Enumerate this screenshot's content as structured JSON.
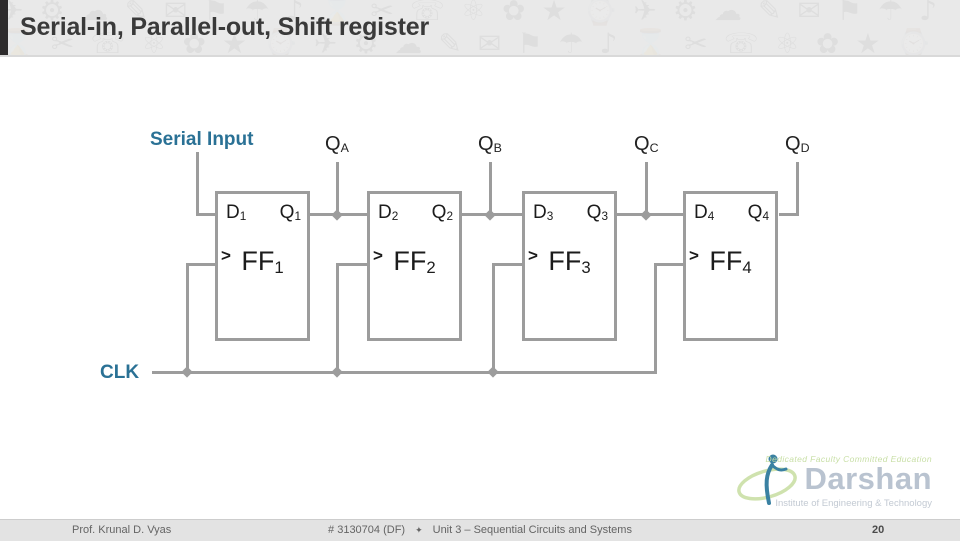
{
  "header": {
    "title": "Serial-in, Parallel-out, Shift register",
    "doodles": "✈⚙☁✎✉⚑☂♪⌛✂☏⚛✿★⌚✈⚙☁✎✉⚑☂♪⌛✂☏⚛✿★⌚✈⚙☁✎✉⚑☂♪⌛✂☏⚛✿★⌚✈⚙☁✎✉⚑☂♪⌛✂☏⚛✿★⌚"
  },
  "diagram": {
    "serial_input_label": "Serial Input",
    "clk_label": "CLK",
    "output_taps": [
      {
        "main": "Q",
        "sub": "A"
      },
      {
        "main": "Q",
        "sub": "B"
      },
      {
        "main": "Q",
        "sub": "C"
      },
      {
        "main": "Q",
        "sub": "D"
      }
    ],
    "flipflops": [
      {
        "d_main": "D",
        "d_sub": "1",
        "q_main": "Q",
        "q_sub": "1",
        "clock_marker": ">",
        "name_main": "FF",
        "name_sub": "1"
      },
      {
        "d_main": "D",
        "d_sub": "2",
        "q_main": "Q",
        "q_sub": "2",
        "clock_marker": ">",
        "name_main": "FF",
        "name_sub": "2"
      },
      {
        "d_main": "D",
        "d_sub": "3",
        "q_main": "Q",
        "q_sub": "3",
        "clock_marker": ">",
        "name_main": "FF",
        "name_sub": "3"
      },
      {
        "d_main": "D",
        "d_sub": "4",
        "q_main": "Q",
        "q_sub": "4",
        "clock_marker": ">",
        "name_main": "FF",
        "name_sub": "4"
      }
    ]
  },
  "watermark": {
    "tagline": "Dedicated Faculty Committed Education",
    "brand": "Darshan",
    "subtitle": "Institute of Engineering & Technology"
  },
  "footer": {
    "author": "Prof. Krunal D. Vyas",
    "course_code": "# 3130704 (DF)",
    "separator": "✦",
    "unit_title": "Unit 3 – Sequential Circuits and Systems",
    "page_number": "20"
  },
  "colors": {
    "accent_teal": "#2a7195",
    "wire_gray": "#9c9c9c",
    "header_bg": "#e9e9e9",
    "title_text": "#3a3a3a"
  }
}
